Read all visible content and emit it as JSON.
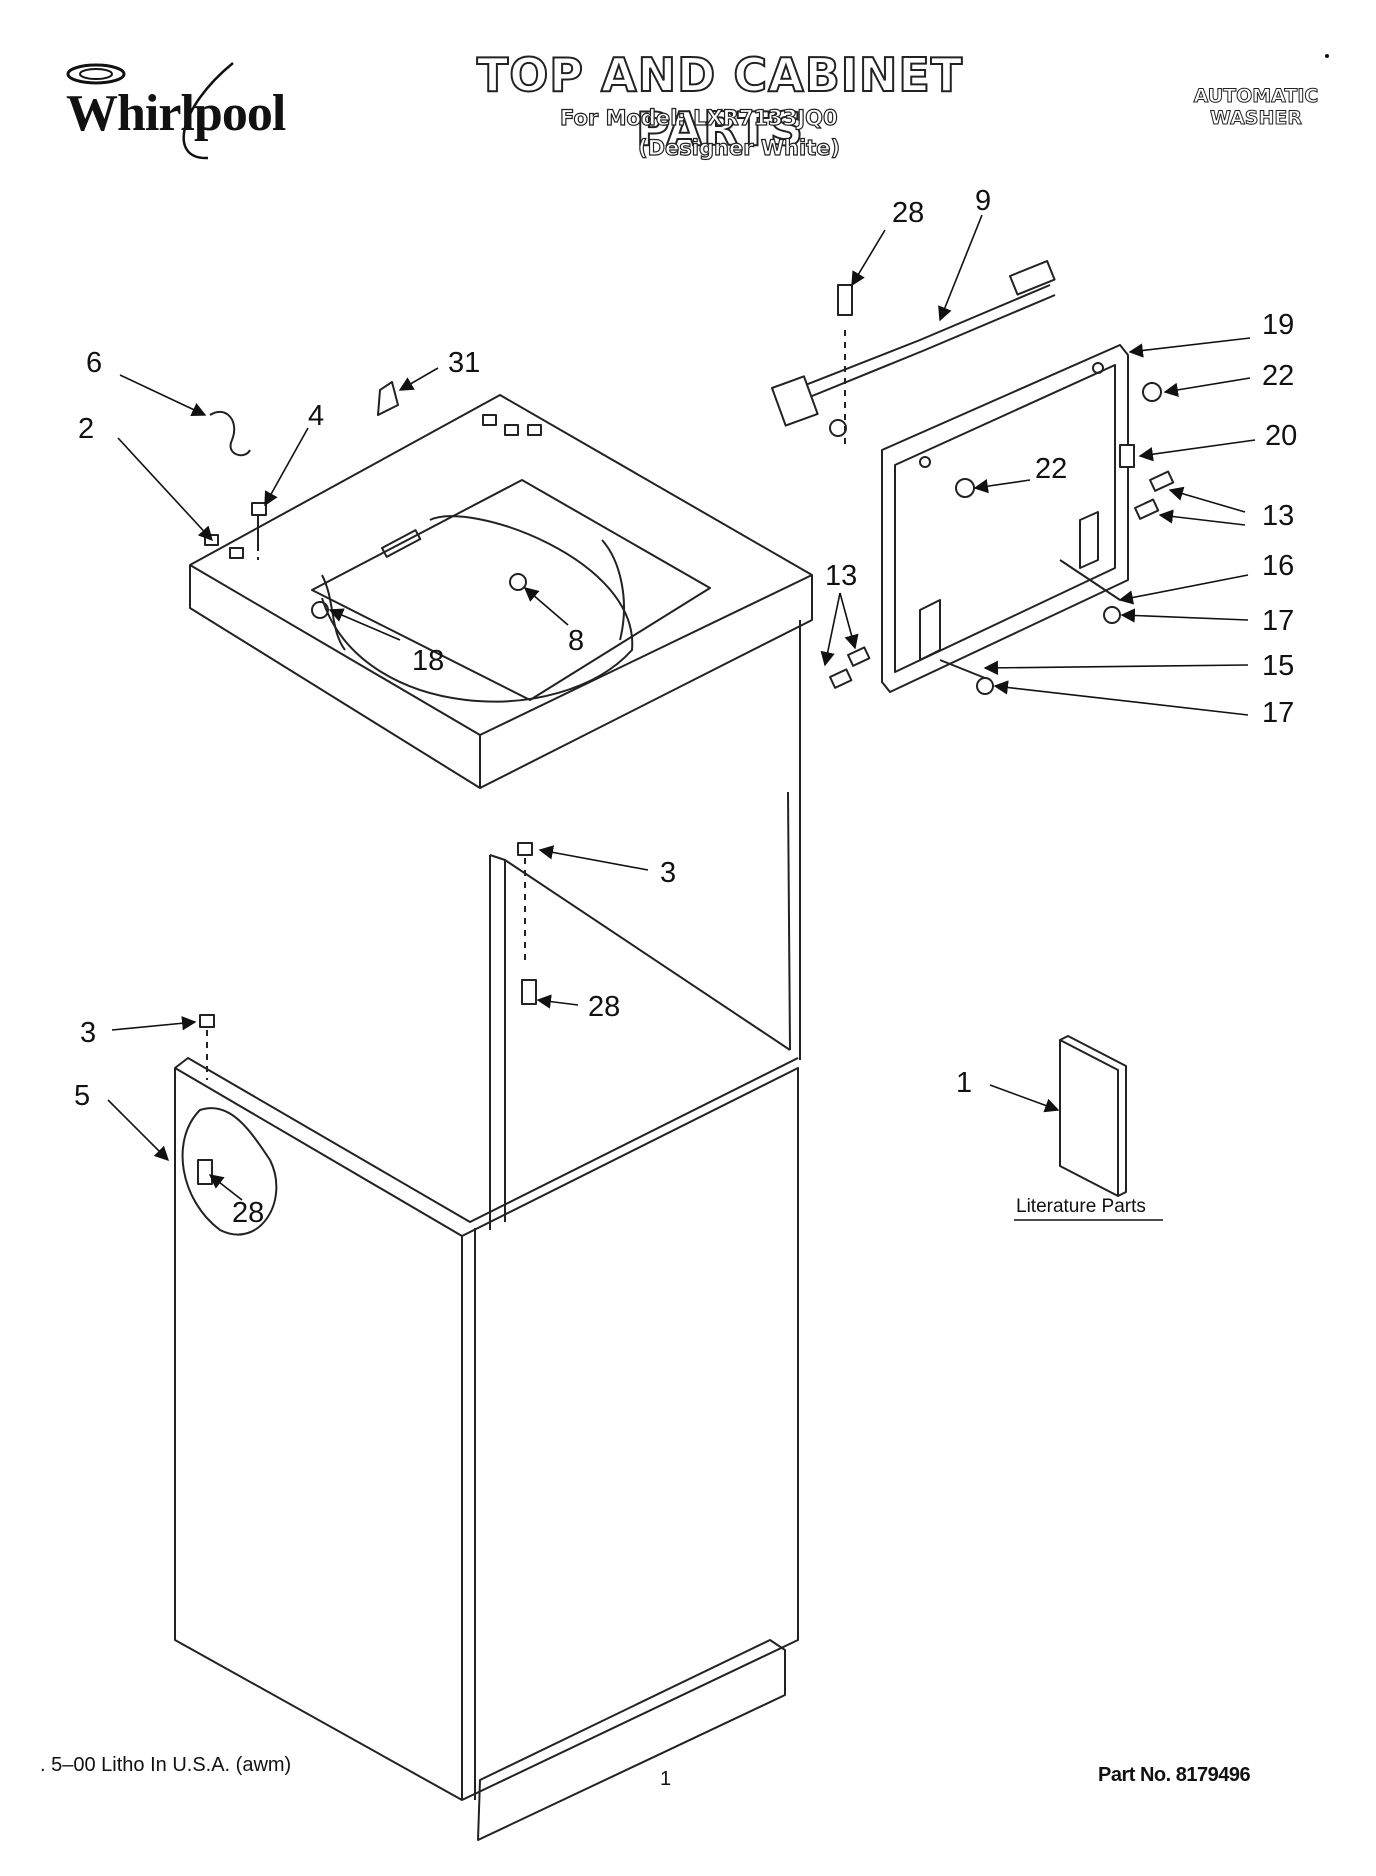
{
  "brand": {
    "name": "Whirlpool"
  },
  "header": {
    "title": "TOP AND CABINET PARTS",
    "model_line": "For Model: LXR7133JQ0",
    "variant_line": "(Designer White)",
    "type_line1": "AUTOMATIC",
    "type_line2": "WASHER"
  },
  "diagram": {
    "literature_label": "Literature Parts",
    "callouts": [
      {
        "id": "c28a",
        "number": "28"
      },
      {
        "id": "c9",
        "number": "9"
      },
      {
        "id": "c19",
        "number": "19"
      },
      {
        "id": "c22a",
        "number": "22"
      },
      {
        "id": "c6",
        "number": "6"
      },
      {
        "id": "c31",
        "number": "31"
      },
      {
        "id": "c4",
        "number": "4"
      },
      {
        "id": "c2",
        "number": "2"
      },
      {
        "id": "c20",
        "number": "20"
      },
      {
        "id": "c22b",
        "number": "22"
      },
      {
        "id": "c13a",
        "number": "13"
      },
      {
        "id": "c16",
        "number": "16"
      },
      {
        "id": "c13b",
        "number": "13"
      },
      {
        "id": "c17a",
        "number": "17"
      },
      {
        "id": "c18",
        "number": "18"
      },
      {
        "id": "c8",
        "number": "8"
      },
      {
        "id": "c15",
        "number": "15"
      },
      {
        "id": "c17b",
        "number": "17"
      },
      {
        "id": "c3a",
        "number": "3"
      },
      {
        "id": "c28b",
        "number": "28"
      },
      {
        "id": "c3b",
        "number": "3"
      },
      {
        "id": "c5",
        "number": "5"
      },
      {
        "id": "c1",
        "number": "1"
      },
      {
        "id": "c28c",
        "number": "28"
      }
    ]
  },
  "footer": {
    "litho": ". 5–00 Litho In U.S.A. (awm)",
    "page_number": "1",
    "part_number": "Part No. 8179496"
  }
}
